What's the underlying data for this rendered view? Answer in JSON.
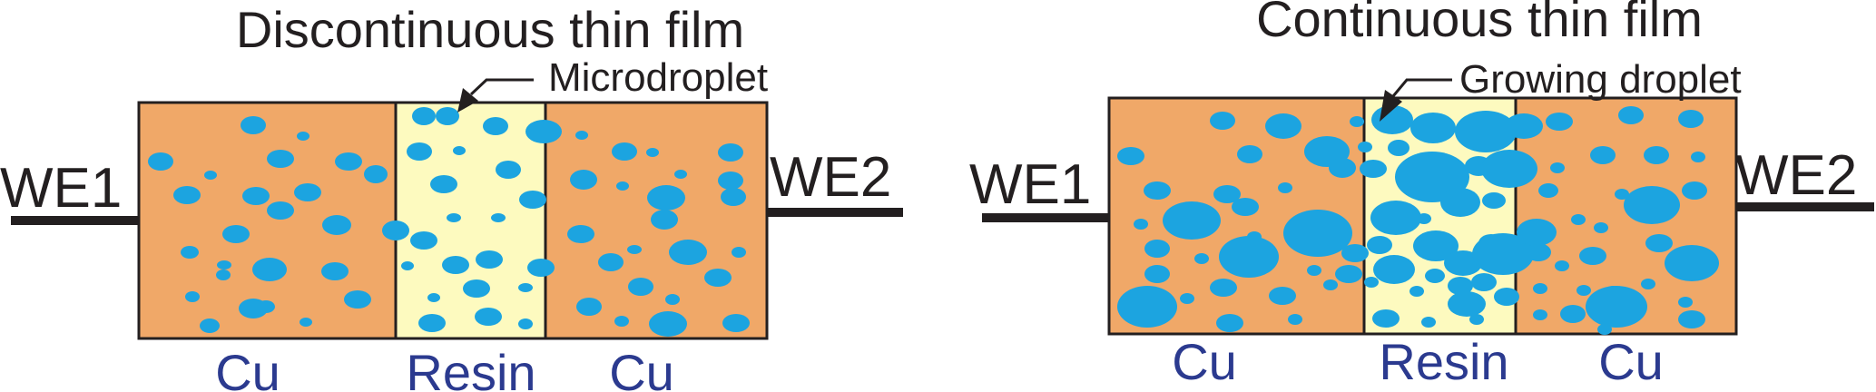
{
  "colors": {
    "copper": "#f0a868",
    "resin": "#fdfabf",
    "droplet": "#1ca4e0",
    "outline": "#231f20",
    "material_label": "#2b3a8f"
  },
  "left_panel": {
    "title": "Discontinuous thin film",
    "annotation": "Microdroplet",
    "electrode_left": "WE1",
    "electrode_right": "WE2",
    "label_cu_left": "Cu",
    "label_resin": "Resin",
    "label_cu_right": "Cu"
  },
  "right_panel": {
    "title": "Continuous thin film",
    "annotation": "Growing droplet",
    "electrode_left": "WE1",
    "electrode_right": "WE2",
    "label_cu_left": "Cu",
    "label_resin": "Resin",
    "label_cu_right": "Cu"
  }
}
